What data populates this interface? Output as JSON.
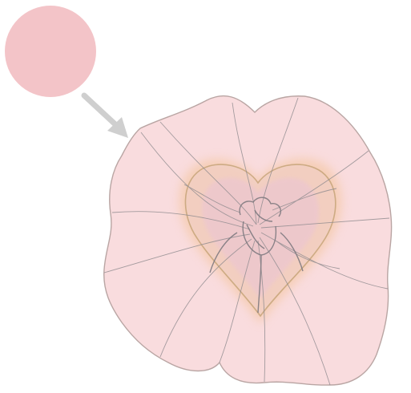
{
  "colors": {
    "background": "#ffffff",
    "ball_fill": "#f3c4c8",
    "arrow": "#cfcfcf",
    "cloth_fill": "#f9dcde",
    "cloth_outline": "#b9a5a3",
    "fold_lines": "#8e8a8e",
    "heart_glow": "#f4c9a8",
    "heart_inner": "#ecc6d0",
    "heart_outline": "#c9a77e",
    "knot_outline": "#7f7a80"
  },
  "elements": {
    "ball": "pink-ball",
    "arrow": "arrow",
    "cloth": "wrapping-cloth",
    "heart": "heart-shape",
    "knot": "gathered-knot"
  }
}
